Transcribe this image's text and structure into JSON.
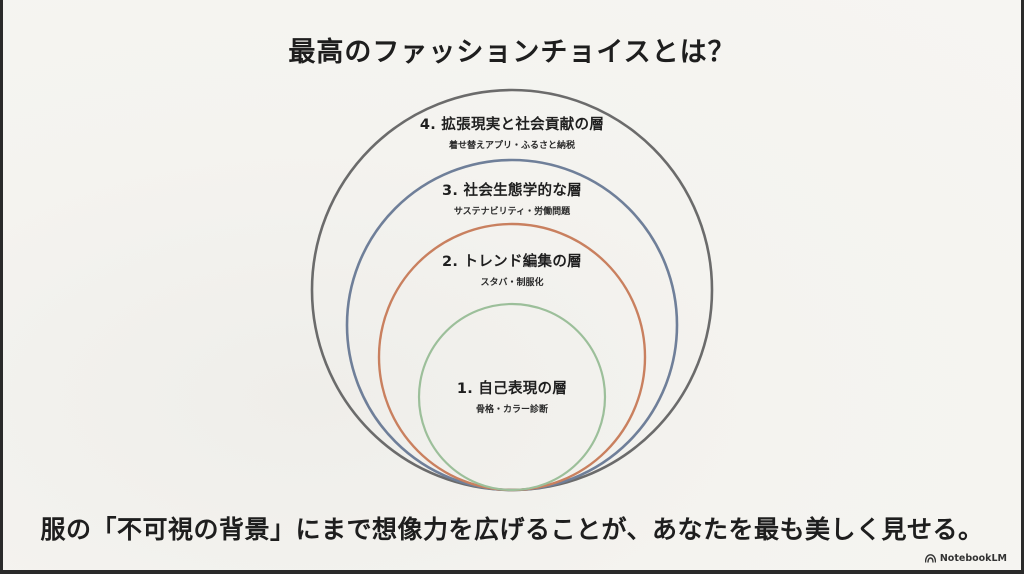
{
  "slide": {
    "title": "最高のファッションチョイスとは？",
    "tagline": "服の「不可視の背景」にまで想像力を広げることが、あなたを最も美しく見せる。",
    "brand": "NotebookLM",
    "brand_icon": "notebooklm-logo-icon"
  },
  "diagram": {
    "type": "nested-circles",
    "layers": [
      {
        "number": "1.",
        "title": "1. 自己表現の層",
        "subtitle": "骨格・カラー診断",
        "color": "#9cbf9a"
      },
      {
        "number": "2.",
        "title": "2. トレンド編集の層",
        "subtitle": "スタバ・制服化",
        "color": "#c9805f"
      },
      {
        "number": "3.",
        "title": "3. 社会生態学的な層",
        "subtitle": "サステナビリティ・労働問題",
        "color": "#6f7f99"
      },
      {
        "number": "4.",
        "title": "4. 拡張現実と社会貢献の層",
        "subtitle": "着せ替えアプリ・ふるさと納税",
        "color": "#6b6b6b"
      }
    ]
  }
}
